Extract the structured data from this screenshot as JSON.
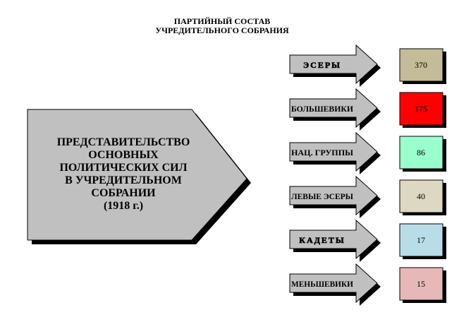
{
  "title": {
    "line1": "ПАРТИЙНЫЙ СОСТАВ",
    "line2": "УЧРЕДИТЕЛЬНОГО СОБРАНИЯ"
  },
  "main_block": {
    "lines": [
      "ПРЕДСТАВИТЕЛЬСТВО",
      "ОСНОВНЫХ",
      "ПОЛИТИЧЕСКИХ СИЛ",
      "В УЧРЕДИТЕЛЬНОМ",
      "СОБРАНИИ",
      "(1918 г.)"
    ]
  },
  "parties": [
    {
      "name": "ЭСЕРЫ",
      "seats": "370",
      "color": "#c4bc98",
      "wide": true
    },
    {
      "name": "БОЛЬШЕВИКИ",
      "seats": "175",
      "color": "#ff0000",
      "wide": false
    },
    {
      "name": "НАЦ. ГРУППЫ",
      "seats": "86",
      "color": "#99ffcc",
      "wide": false
    },
    {
      "name": "ЛЕВЫЕ ЭСЕРЫ",
      "seats": "40",
      "color": "#ddd8c2",
      "wide": false
    },
    {
      "name": "КАДЕТЫ",
      "seats": "17",
      "color": "#b8dde8",
      "wide": true
    },
    {
      "name": "МЕНЬШЕВИКИ",
      "seats": "15",
      "color": "#e6b8b8",
      "wide": false
    }
  ]
}
